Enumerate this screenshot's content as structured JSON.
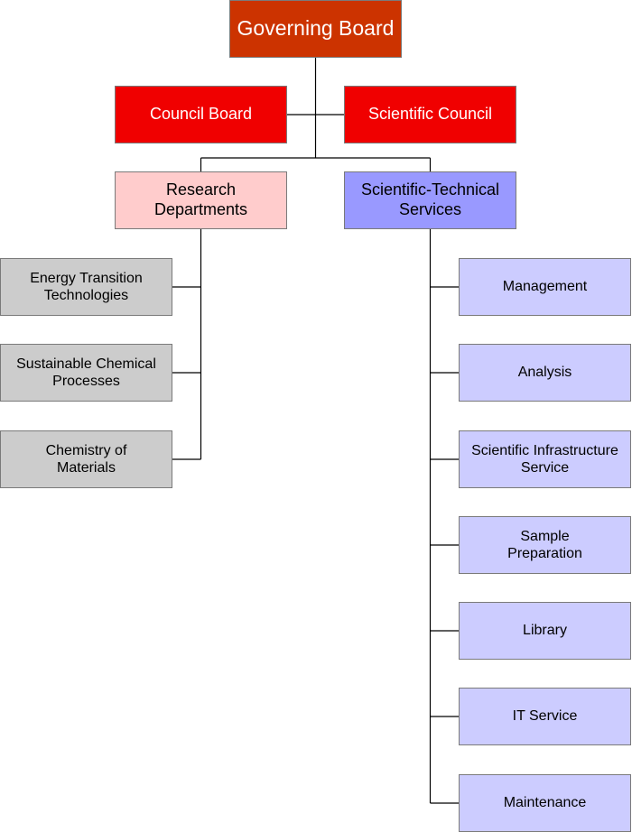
{
  "governing_board": "Governing Board",
  "council_board": "Council Board",
  "scientific_council": "Scientific Council",
  "research_departments": "Research\nDepartments",
  "scientific_technical_services": "Scientific-Technical\nServices",
  "departments": [
    "Energy Transition\nTechnologies",
    "Sustainable Chemical\nProcesses",
    "Chemistry of\nMaterials"
  ],
  "services": [
    "Management",
    "Analysis",
    "Scientific Infrastructure\nService",
    "Sample\nPreparation",
    "Library",
    "IT Service",
    "Maintenance"
  ],
  "colors": {
    "governing": "#cc3300",
    "council": "#f00000",
    "research": "#ffcccc",
    "services": "#9999ff",
    "department": "#cccccc",
    "service": "#ccccff"
  }
}
